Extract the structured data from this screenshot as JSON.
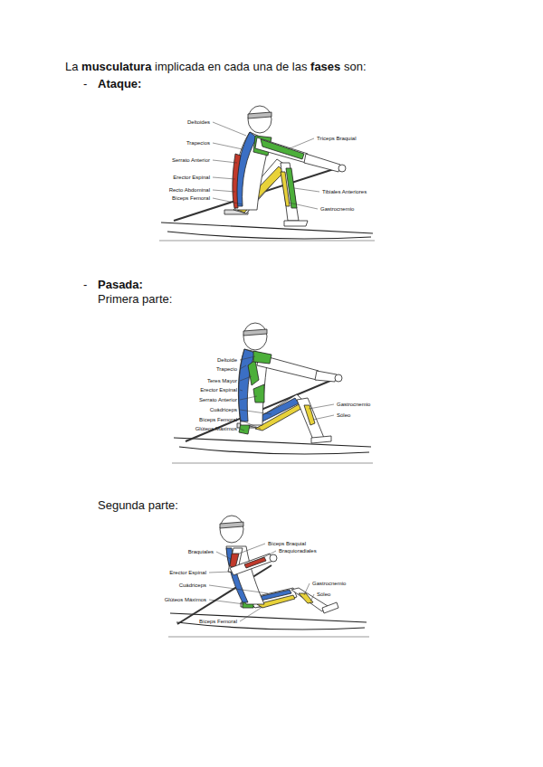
{
  "diagram": {
    "title": "La musculatura implicada en cada una de las fases son:",
    "labels": [
      "-",
      "Ataque:",
      "-",
      "Pasada:",
      "Primera parte:",
      "Segunda parte:",
      "Deltoides",
      "Trapecios",
      "Serrato Anterior",
      "Erector Espinal",
      "Recto Abdominal",
      "Bíceps Femoral",
      "Tríceps Braquial",
      "Tibiales Anteriores",
      "Gastrocnemio",
      "Deltoide",
      "Trapecio",
      "Teres Mayor",
      "Erector Espinal",
      "Serrato Anterior",
      "Cuádriceps",
      "Bíceps Femoral",
      "Glúteos Máximos",
      "Gastrocnemio",
      "Sóleo",
      "Bíceps Braquial",
      "Braquioradiales",
      "Braquiales",
      "Erector Espinal",
      "Cuádriceps",
      "Glúteos Máximos",
      "Gastrocnemio",
      "Sóleo",
      "Bíceps Femoral"
    ]
  }
}
